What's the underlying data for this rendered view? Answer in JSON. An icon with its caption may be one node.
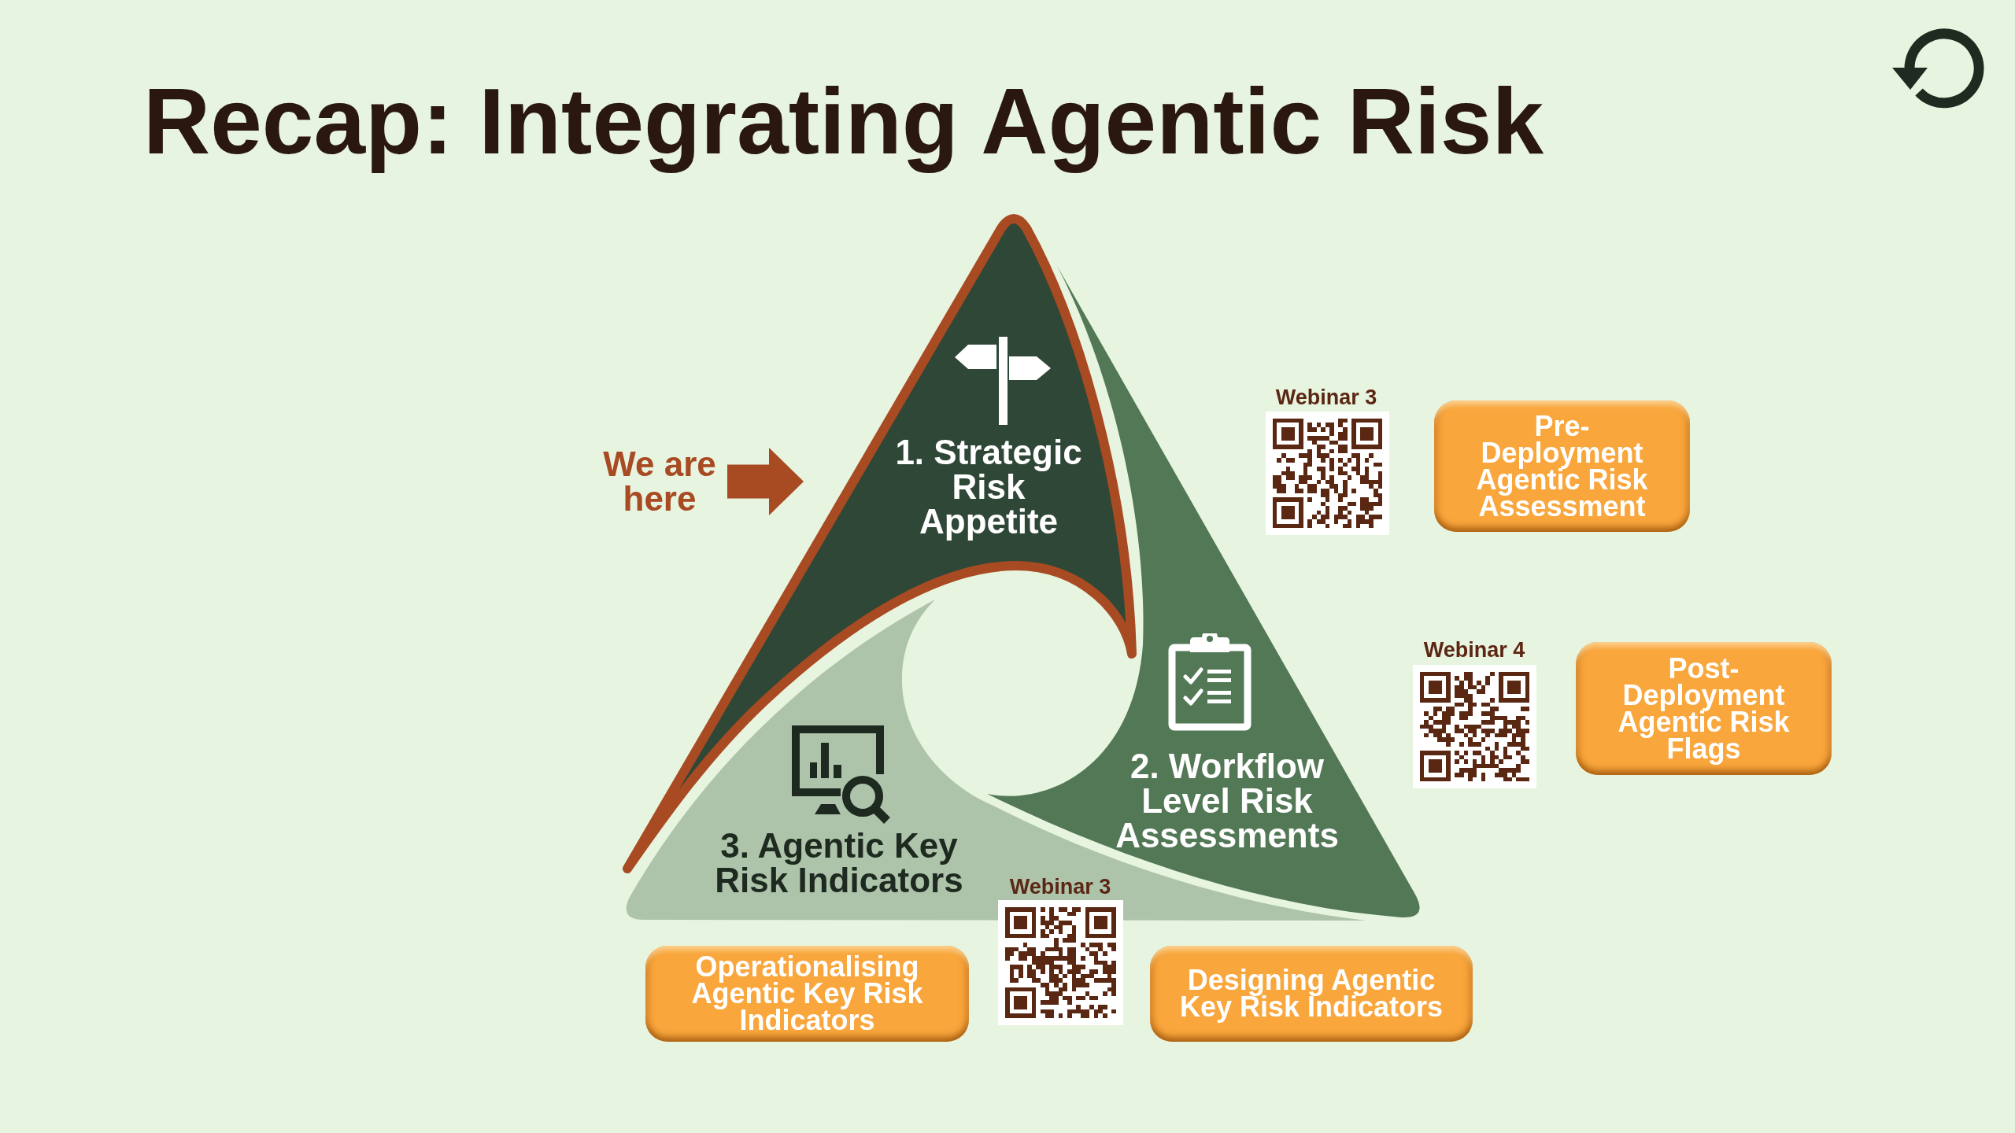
{
  "diagram": {
    "title": "Recap: Integrating Agentic Risk",
    "nodes": [
      {
        "text": [
          "1. Strategic Risk Appetite"
        ]
      },
      {
        "text": [
          "We are here"
        ]
      },
      {
        "text": [
          "Pre-Deployment Agentic Risk Assessment"
        ]
      },
      {
        "text": [
          "2. Workflow Level Risk Assessments"
        ]
      },
      {
        "text": [
          "Post-Deployment Agentic Risk Flags"
        ]
      },
      {
        "text": [
          "3. Agentic Key Risk Indicators"
        ]
      },
      {
        "text": [
          "Operationalising Agentic Key Risk Indicators"
        ]
      },
      {
        "text": [
          "Designing Agentic Key Risk Indicators"
        ]
      }
    ],
    "edges": [
      {
        "from": 1,
        "to": 0,
        "arrow": "to"
      }
    ],
    "labels": [
      "Webinar 3",
      "Webinar 4",
      "Webinar 3"
    ]
  }
}
